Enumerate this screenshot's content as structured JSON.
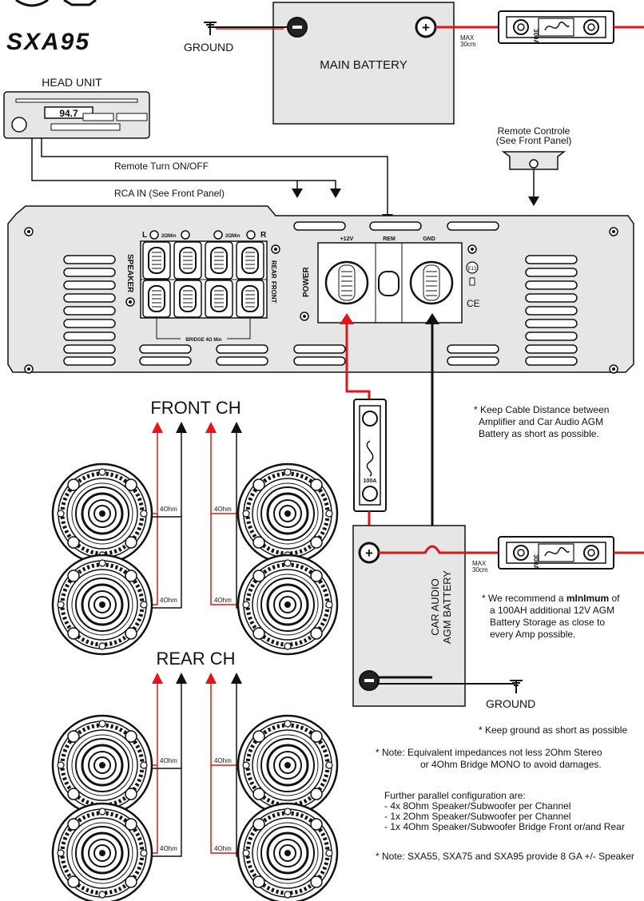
{
  "brand": {
    "logo_text": "SXA95"
  },
  "top": {
    "ground_label": "GROUND",
    "main_battery_label": "MAIN BATTERY",
    "max_label": "MAX",
    "max_dist": "30cm",
    "fuse_rating": "300A"
  },
  "head_unit": {
    "title": "HEAD UNIT",
    "display": "94.7"
  },
  "wires": {
    "remote_label": "Remote Turn ON/OFF",
    "rca_label": "RCA IN (See Front Panel)"
  },
  "remote_controle": {
    "line1": "Remote  Controle",
    "line2": "(See Front Panel)"
  },
  "amp": {
    "speaker_label": "SPEAKER",
    "rear_label": "REAR",
    "front_label": "FRONT",
    "left_label": "L",
    "right_label": "R",
    "min_label": "2ΩMin",
    "bridge_label": "BRIDGE 4Ω Min",
    "power_label": "POWER",
    "plus_label": "+12V",
    "rem_label": "REM",
    "gnd_label": "GND",
    "e_mark": "E13",
    "ce_mark": "CE"
  },
  "front_ch": {
    "title": "FRONT CH",
    "ohm_labels": [
      "4Ohm",
      "4Ohm",
      "4Ohm",
      "4Ohm"
    ]
  },
  "rear_ch": {
    "title": "REAR CH",
    "ohm_labels": [
      "4Ohm",
      "4Ohm",
      "4Ohm",
      "4Ohm"
    ]
  },
  "inline_fuse": {
    "rating": "100A"
  },
  "agm": {
    "line1": "CAR AUDIO",
    "line2": "AGM BATTERY",
    "max_label": "MAX",
    "max_dist": "30cm",
    "fuse_rating": "300A",
    "ground_label": "GROUND"
  },
  "notes": {
    "cable": [
      "* Keep Cable Distance between",
      "Amplifier and Car Audio AGM",
      "Battery as short as possible."
    ],
    "recommend_prefix": "* We recommend a ",
    "recommend_bold": "mInImum",
    "recommend_suffix": " of",
    "recommend_rest": [
      "a 100AH additional 12V AGM",
      "Battery Storage as close to",
      "every Amp possible."
    ],
    "ground": "* Keep ground as short as possible",
    "impedance": [
      "* Note: Equivalent impedances not less 2Ohm Stereo",
      "or 4Ohm Bridge MONO to avoid damages."
    ],
    "parallel": [
      "Further parallel configuration are:",
      "- 4x 8Ohm Speaker/Subwoofer per Channel",
      "- 1x 2Ohm Speaker/Subwoofer per Channel",
      "- 1x 4Ohm Speaker/Subwoofer Bridge Front or/and Rear"
    ],
    "gauge": "* Note: SXA55, SXA75 and SXA95 provide 8 GA +/- Speaker"
  },
  "colors": {
    "positive": "#e3151a",
    "negative": "#111111",
    "panel": "#e6e6e6"
  }
}
